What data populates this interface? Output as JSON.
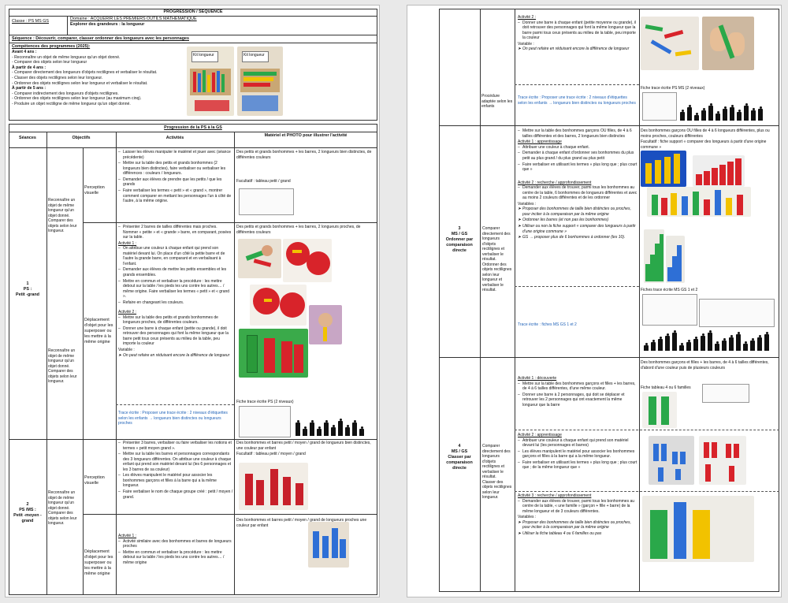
{
  "page1": {
    "header_title": "PROGRESSION / SÉQUENCE",
    "classe_label": "Classe : PS MS GS",
    "domaine_label": "Domaine : ACQUÉRIR LES PREMIERS OUTILS MATHÉMATIQUE",
    "domaine_sub": "Explorer des grandeurs : la longueur",
    "sequence_label": "Séquence : Découvrir, comparer, classer ordonner des longueurs avec les personnages",
    "competences_title": "Compétences des programmes (2025):",
    "comp_lines": [
      {
        "text": "Avant 4 ans :",
        "bold": true
      },
      {
        "text": "- Reconnaître un objet de même longueur qu'un objet donné.",
        "bold": false
      },
      {
        "text": "- Comparer des objets selon leur longueur",
        "bold": false
      },
      {
        "text": "À partir de 4 ans :",
        "bold": true
      },
      {
        "text": "- Comparer directement des longueurs d'objets rectilignes et verbaliser le résultat.",
        "bold": false
      },
      {
        "text": "- Classer des objets rectilignes selon leur longueur.",
        "bold": false
      },
      {
        "text": "- Ordonner des objets rectilignes selon leur longueur et verbaliser le résultat.",
        "bold": false
      },
      {
        "text": "À partir de 5 ans :",
        "bold": true
      },
      {
        "text": "- Comparer indirectement des longueurs d'objets rectilignes.",
        "bold": false
      },
      {
        "text": "- Ordonner des objets rectilignes selon leur longueur (au maximum cinq).",
        "bold": false
      },
      {
        "text": "- Produire un objet rectiligne de même longueur qu'un objet donné.",
        "bold": false
      }
    ],
    "kit_label": "Kit longueur",
    "kit_label2": "Kit longueur",
    "progression_title": "Progression de la PS à la GS",
    "col_seances": "Séances",
    "col_objectifs": "Objectifs",
    "col_activites": "Activités",
    "col_materiel": "Matériel et PHOTO pour illustrer l'activité",
    "s1_label": "1\nPS :\nPetit -grand",
    "s1_obj1": "Reconnaître un objet de même longueur qu'un objet donné.\nComparer des objets selon leur longueur.",
    "s1_obj2": "Reconnaître un objet de même longueur qu'un objet donné.\nComparer des objets selon leur longueur.",
    "s1_sub1": "Perception visuelle",
    "s1_sub2": "Déplacement d'objet pour les superposer ou les mettre à la même origine",
    "s1_act1": [
      "Laisser les élèves manipuler le matériel et jouer avec (séance précédente)",
      "Mettre sur la table des petits et grands bonhommes (2 longueurs bien distinctes), faire verbaliser ou verbaliser les différences : couleurs / longueurs.",
      "Demander aux élèves de prendre que les petits / que les grands",
      "Faire verbaliser les termes « petit » et « grand », montrer comment comparer en mettant les personnages l'un à côté de l'autre, à la même origine."
    ],
    "s1_act2_intro": "Présenter 2 barres de tailles différentes mais proches. Nommer « petite » et « grande » barre, en comparant, posées sur la table.",
    "s1_act2_title": "Activité 1 :",
    "s1_act2": [
      "On attribue une couleur à chaque enfant qui prend son matériel devant lui. On place d'un côté la petite barre et de l'autre la grande barre, en comparant et en verbalisant à l'enfant.",
      "Demander aux élèves de mettre les petits ensembles et les grands ensembles.",
      "Mettre en commun et verbaliser la procédure : les mettre debout sur la table / les pieds les uns contre les autres… / même origine. Faire verbaliser les termes « petit » et « grand ».",
      "Refaire en changeant les couleurs."
    ],
    "s1_act3_title": "Activité 2 :",
    "s1_act3": [
      "Mettre sur la table des petits et grands bonhommes de longueurs proches, de différentes couleurs.",
      "Donner une barre à chaque enfant (petite ou grande), il doit retrouver des personnages qui font la même longueur que la barre petit tous ceux présents au milieu de la table, peu importe la couleur"
    ],
    "variable_label": "Variable :",
    "s1_variable": "On peut refaire en réduisant encore la différence de longueur",
    "s1_trace": "Trace écrite : Proposer une trace écrite : 2 niveaux d'étiquettes selon les enfants → longueurs bien distinctes ou longueurs proches",
    "s1_mat1": "Des petits et grands bonhommes + les barres, 2 longueurs bien distinctes, de différentes couleurs",
    "s1_mat1b": "Facultatif : tableau petit / grand",
    "s1_mat2": "Des petits et grands bonhommes + les barres, 2 longueurs proches, de différentes couleurs",
    "s1_mat3": "Fiche trace écrite PS (2 niveaux)",
    "s2_label": "2\nPS /MS :\nPetit -moyen - grand",
    "s2_obj": "Reconnaître un objet de même longueur qu'un objet donné.\nComparer des objets selon leur longueur.",
    "s2_sub1": "Perception visuelle",
    "s2_sub2": "Déplacement d'objet pour les superposer ou les mettre à la même origine",
    "s2_act1": [
      "Présenter 3 barres, verbaliser ou faire verbaliser les notions et termes « petit moyen grand ».",
      "Mettre sur la table les barres et personnages correspondants des 3 longueurs différentes. On attribue une couleur à chaque enfant qui prend son matériel devant lui (les 6 personnages et les 3 barres de sa couleur)",
      "Les élèves manipulent le matériel pour associer les bonhommes garçons et filles à la barre qui a la même longueur.",
      "Faire verbaliser le nom de chaque groupe créé : petit / moyen / grand."
    ],
    "s2_act2_title": "Activité 1 :",
    "s2_act2": [
      "Activité similaire avec des bonhommes et barres de longueurs proches",
      "Mettre en commun et verbaliser la procédure : les mettre debout sur la table / les pieds les uns contre les autres… / même origine"
    ],
    "s2_mat1": "Des bonhommes et barres petit / moyen / grand de longueurs bien distinctes, une couleur par enfant",
    "s2_mat1b": "Facultatif : tableau petit / moyen / grand",
    "s2_mat2": "Des bonhommes et barres petit / moyen / grand de longueurs proches une couleur par enfant"
  },
  "page2": {
    "top_act_title": "Activité 2 :",
    "top_act": [
      "Donner une barre à chaque enfant (petite moyenne ou grande), il doit retrouver des personnages qui font la même longueur que la barre parmi tous ceux présents au milieu de la table, peu importe la couleur"
    ],
    "variable_label": "Variable :",
    "top_variable": "On peut refaire en réduisant encore la différence de longueur",
    "proc_label": "Procédure adaptée selon les enfants",
    "top_trace": "Trace écrite : Proposer une trace écrite : 2 niveaux d'étiquettes selon les enfants → longueurs bien distinctes ou longueurs proches",
    "fiche_ms": "Fiche trace écrite PS MS (2 niveaux)",
    "s3_label": "3\nMS / GS\nOrdonner par comparaison directe",
    "s3_obj": "Comparer directement des longueurs d'objets rectilignes et verbaliser le résultat.\nOrdonner des objets rectilignes selon leur longueur et verbaliser le résultat.",
    "s3_intro": "Mettre sur la table des bonhommes garçons OU filles, de 4 à 6 tailles différentes et des barres, 2 longueurs bien distinctes",
    "s3_act1_title": "Activité 1 : apprentissage",
    "s3_act1": [
      "Attribuer une couleur à chaque enfant.",
      "Demander à chaque enfant d'ordonner ses bonhommes du plus petit au plus grand / du plus grand au plus petit",
      "Faire verbaliser en utilisant les termes « plus long que ; plus court que »"
    ],
    "s3_act2_title": "Activité 2 : recherche / approfondissement",
    "s3_act2": [
      "Demander aux élèves de trouver, parmi tous les bonhommes au centre de la table, 6 bonhommes de longueurs différentes et avec au moins 2 couleurs différentes et de les ordonner"
    ],
    "variables_label": "Variables :",
    "s3_vars": [
      "Proposer des bonhommes de taille bien distinctes ou proches, pour inciter à la comparaison par la même origine",
      "Ordonner les barres (et non pas les bonhommes)",
      "Utiliser ou non la fiche support « comparer des longueurs à partir d'une origine commune »",
      "GS → proposer plus de 6 bonhommes à ordonner (les 10)."
    ],
    "s3_mat1": "Des bonhommes garçons OU filles de 4 à 6 longueurs différentes, plus ou moins proches, couleurs différentes",
    "s3_mat1b": "Facultatif : fiche support « comparer des longueurs à partir d'une origine commune »",
    "s3_trace": "Trace écrite : fiches MS GS 1 et 2",
    "s3_fiche": "Fiches trace écrite MS GS 1 et 2",
    "s4_label": "4\nMS / GS\nClasser par comparaison directe",
    "s4_obj": "Comparer directement des longueurs d'objets rectilignes et verbaliser le résultat.\nClasser des objets rectilignes selon leur longueur.",
    "s4_act1_title": "Activité 1 : découverte",
    "s4_act1": [
      "Mettre sur la table des bonhommes garçons et filles + les barres, de 4 à 6 tailles différentes, d'une même couleur.",
      "Donner une barre à 2 personnages, qui doit se déplacer et retrouver les 2 personnages qui ont exactement la même longueur que la barre"
    ],
    "s4_act2_title": "Activité 2 : apprentissage",
    "s4_act2": [
      "Attribuer une couleur à chaque enfant qui prend son matériel devant lui (les personnages et barres)",
      "Les élèves manipulent le matériel pour associer les bonhommes garçons et filles à la barre qui a la même longueur.",
      "Faire verbaliser en utilisant les termes « plus long que ; plus court que ; de la même longueur que »"
    ],
    "s4_act3_title": "Activité 3 : recherche / approfondissement",
    "s4_act3": [
      "Demander aux élèves de trouver, parmi tous les bonhommes au centre de la table, « une famille » (garçon + fille + barre) de la même longueur et de 3 couleurs différentes."
    ],
    "s4_vars": [
      "Proposer des bonhommes de taille bien distinctes ou proches, pour inciter à la comparaison par la même origine",
      "Utiliser la fiche tableau 4 ou 6 familles ou pas"
    ],
    "s4_mat1": "Des bonhommes garçons et filles + les barres, de 4 à 6 tailles différentes, d'abord d'une couleur puis de plusieurs couleurs",
    "s4_mat1b": "Fiche tableau 4 ou 6 familles"
  },
  "colors": {
    "red": "#d8232a",
    "blue": "#2e6fd6",
    "green": "#2aa84a",
    "yellow": "#f2c200",
    "link": "#1f62b8"
  }
}
